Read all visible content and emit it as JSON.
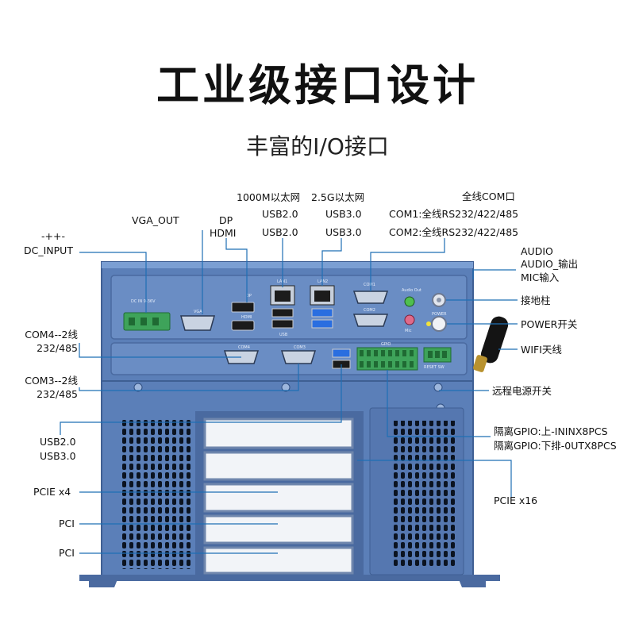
{
  "title": "工业级接口设计",
  "subtitle": "丰富的I/O接口",
  "labels": {
    "dc_plus": "-++-",
    "dc_input": "DC_INPUT",
    "vga_out": "VGA_OUT",
    "dp": "DP",
    "hdmi": "HDMI",
    "lan1_title": "1000M以太网",
    "lan1_usb_a": "USB2.0",
    "lan1_usb_b": "USB2.0",
    "lan2_title": "2.5G以太网",
    "lan2_usb_a": "USB3.0",
    "lan2_usb_b": "USB3.0",
    "com_title": "全线COM口",
    "com1": "COM1:全线RS232/422/485",
    "com2": "COM2:全线RS232/422/485",
    "audio": "AUDIO",
    "audio_out": "AUDIO_输出",
    "mic_in": "MIC输入",
    "ground": "接地柱",
    "power": "POWER开关",
    "wifi": "WIFI天线",
    "remote_power": "远程电源开关",
    "com4_a": "COM4--2线",
    "com4_b": "232/485",
    "com3_a": "COM3--2线",
    "com3_b": "232/485",
    "usb20": "USB2.0",
    "usb30": "USB3.0",
    "gpio_in": "隔离GPIO:上-ININX8PCS",
    "gpio_out": "隔离GPIO:下排-0UTX8PCS",
    "pcie_x4": "PCIE x4",
    "pcie_x16": "PCIE x16",
    "pci1": "PCI",
    "pci2": "PCI"
  },
  "panel_marks": {
    "dc_in": "DC IN 9-36V",
    "vga": "VGA",
    "dp": "DP",
    "hdmi": "HDMI",
    "lan_a": "LAN1",
    "lan_b": "LAN2",
    "usb": "USB",
    "com1": "COM1",
    "com2": "COM2",
    "com4": "COM4",
    "com3": "COM3",
    "audio": "Audio Out",
    "mic": "Mic",
    "power": "POWER",
    "gpio": "GPIO",
    "remote": "RESET SW"
  },
  "colors": {
    "chassis": "#5b7fb8",
    "chassis_dark": "#3f5f93",
    "panel": "#6a8dc4",
    "terminal_green": "#3ea35a",
    "callout_line": "#1f6fb5"
  }
}
